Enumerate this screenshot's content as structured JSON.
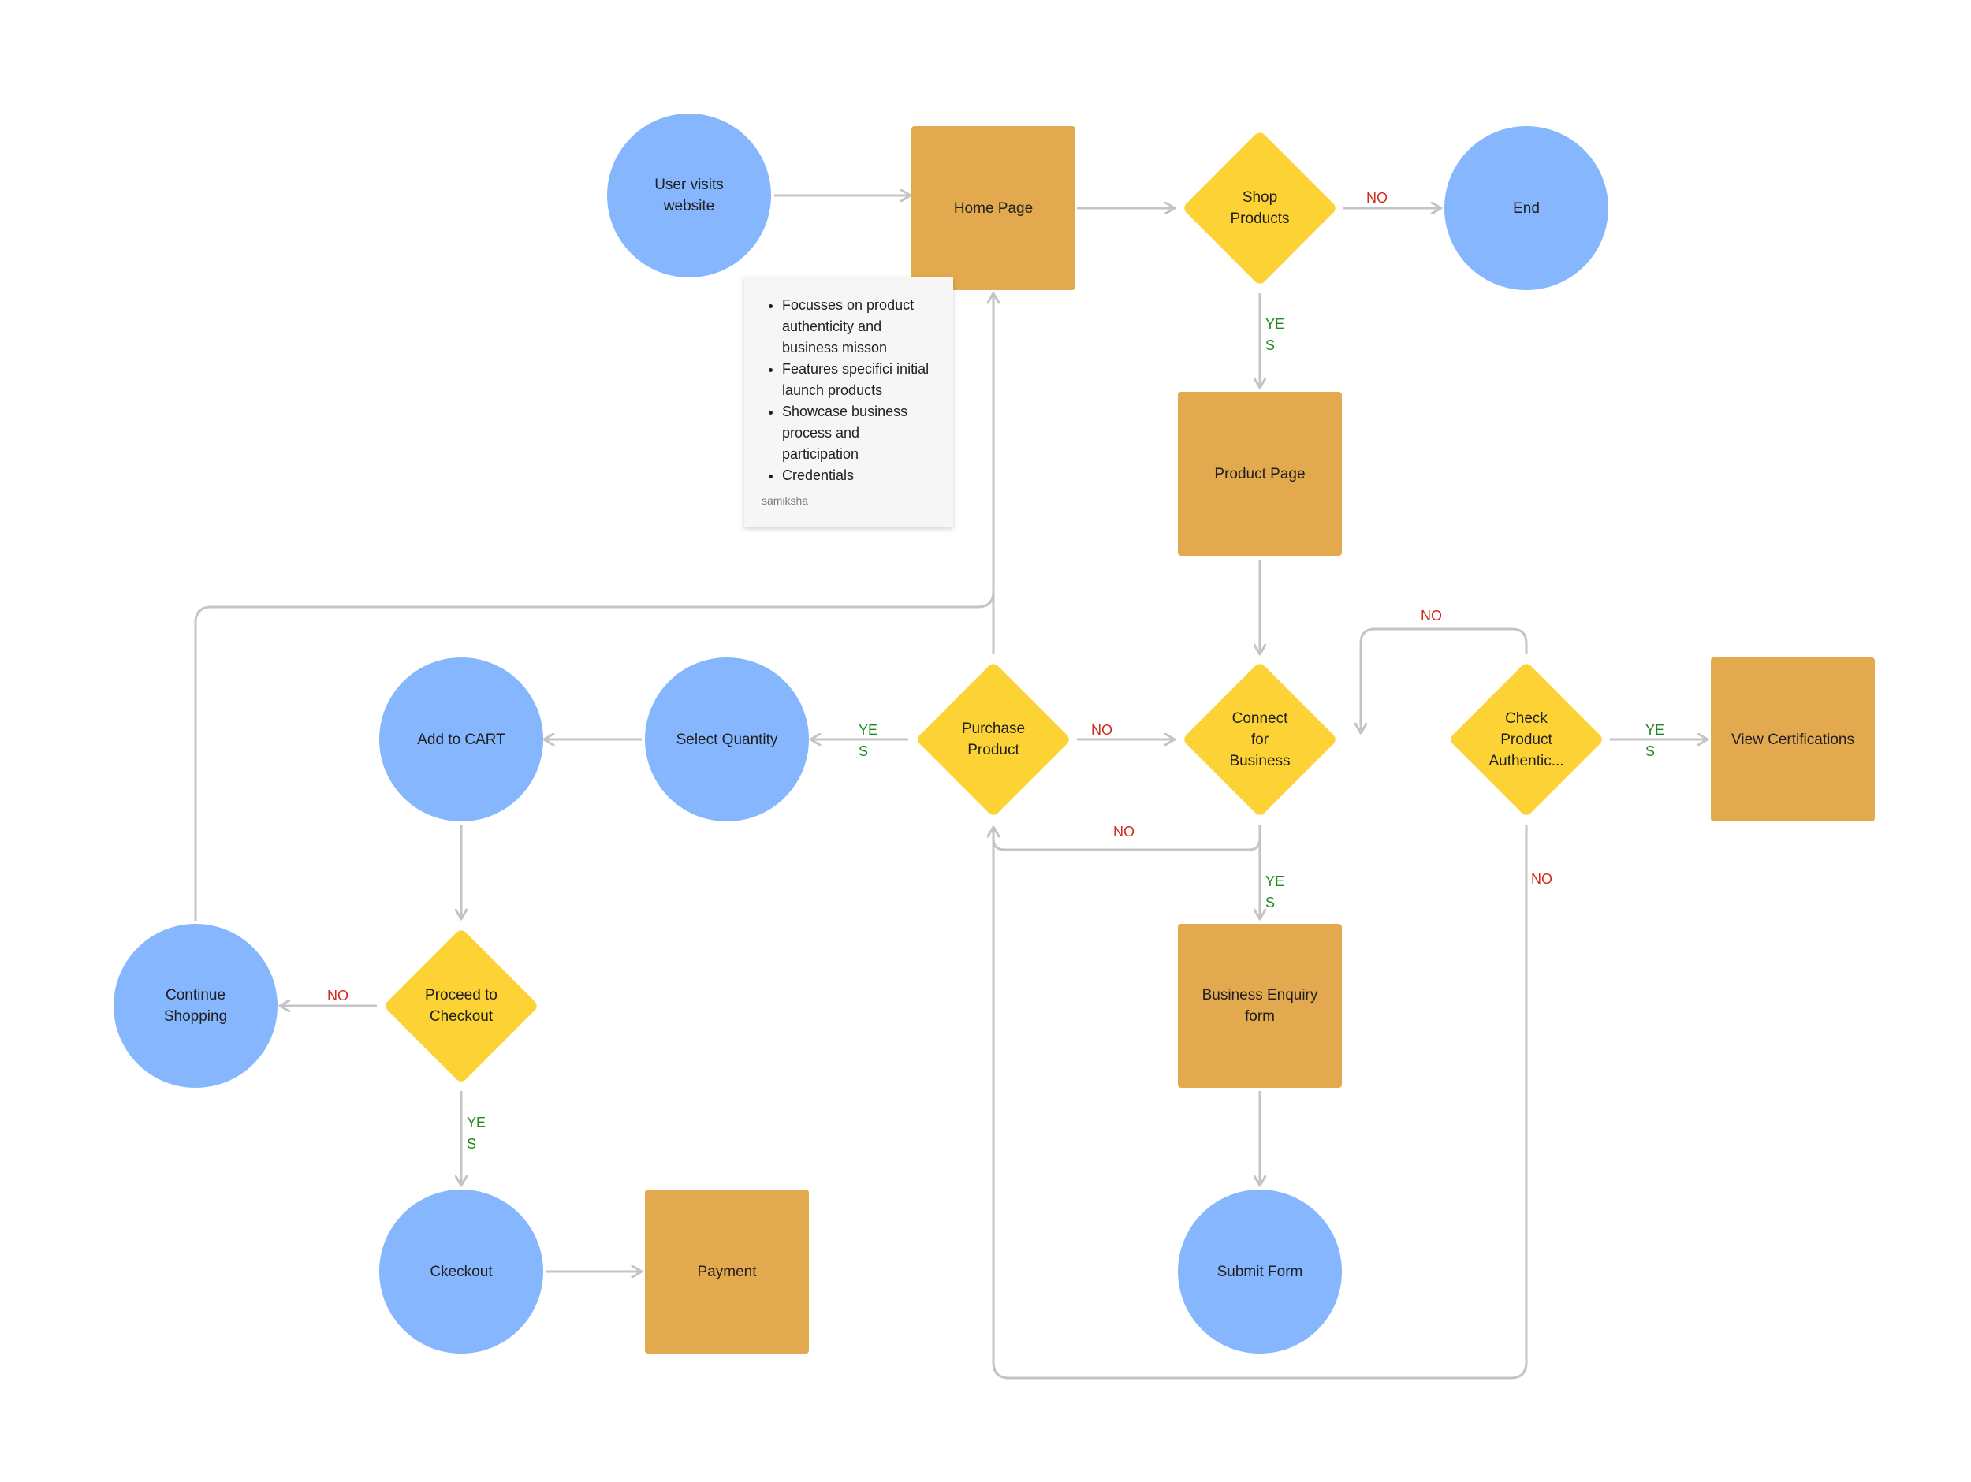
{
  "nodes": {
    "user_visits": "User visits website",
    "home_page": "Home Page",
    "shop_products": "Shop Products",
    "end": "End",
    "product_page": "Product Page",
    "purchase_product": "Purchase Product",
    "connect_business": "Connect for Business",
    "check_authenticity": "Check Product Authentic...",
    "view_certifications": "View Certifications",
    "select_quantity": "Select Quantity",
    "add_to_cart": "Add to CART",
    "continue_shopping": "Continue Shopping",
    "proceed_checkout": "Proceed to Checkout",
    "checkout": "Ckeckout",
    "payment": "Payment",
    "business_enquiry": "Business Enquiry form",
    "submit_form": "Submit Form"
  },
  "labels": {
    "yes": "YE S",
    "no": "NO"
  },
  "note": {
    "items": [
      "Focusses on product authenticity and business misson",
      "Features specifici initial launch products",
      "Showcase business process and participation",
      "Credentials"
    ],
    "author": "samiksha"
  },
  "colors": {
    "circle": "#86b6fd",
    "rectangle": "#e3a94f",
    "diamond": "#fdd235",
    "connector": "#c4c4c4",
    "yes_label": "#1e8a1e",
    "no_label": "#d0281a"
  }
}
